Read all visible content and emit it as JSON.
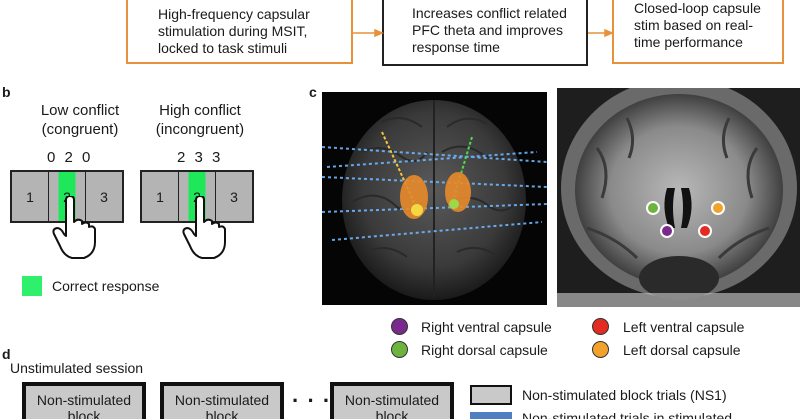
{
  "flow": {
    "box1": [
      "High-frequency capsular",
      "stimulation during MSIT,",
      "locked to task stimuli"
    ],
    "box2": [
      "Increases conflict related",
      "PFC theta and improves",
      "response time"
    ],
    "box3": [
      "Closed-loop capsule",
      "stim based on real-",
      "time performance"
    ]
  },
  "panel_b": {
    "letter": "b",
    "low": {
      "caption1": "Low conflict",
      "caption2": "(congruent)",
      "digits": "0 2 0",
      "cells": [
        "1",
        "2",
        "3"
      ]
    },
    "high": {
      "caption1": "High conflict",
      "caption2": "(incongruent)",
      "digits": "2 3 3",
      "cells": [
        "1",
        "2",
        "3"
      ]
    },
    "legend_label": "Correct response",
    "legend_color": "#2ef06a"
  },
  "panel_c": {
    "letter": "c",
    "legend": [
      {
        "label": "Right ventral capsule",
        "color": "#7a2a8c"
      },
      {
        "label": "Right dorsal capsule",
        "color": "#6db33f"
      },
      {
        "label": "Left ventral capsule",
        "color": "#e32b22"
      },
      {
        "label": "Left dorsal capsule",
        "color": "#f2a22a"
      }
    ]
  },
  "panel_d": {
    "letter": "d",
    "title": "Unstimulated session",
    "blocks": [
      [
        "Non-stimulated",
        "block"
      ],
      [
        "Non-stimulated",
        "block"
      ],
      [
        "Non-stimulated",
        "block"
      ]
    ],
    "ellipsis": "· · ·",
    "legend": [
      {
        "label": "Non-stimulated block trials (NS1)"
      },
      {
        "label": "Non-stimulated trials in stimulated"
      }
    ]
  }
}
